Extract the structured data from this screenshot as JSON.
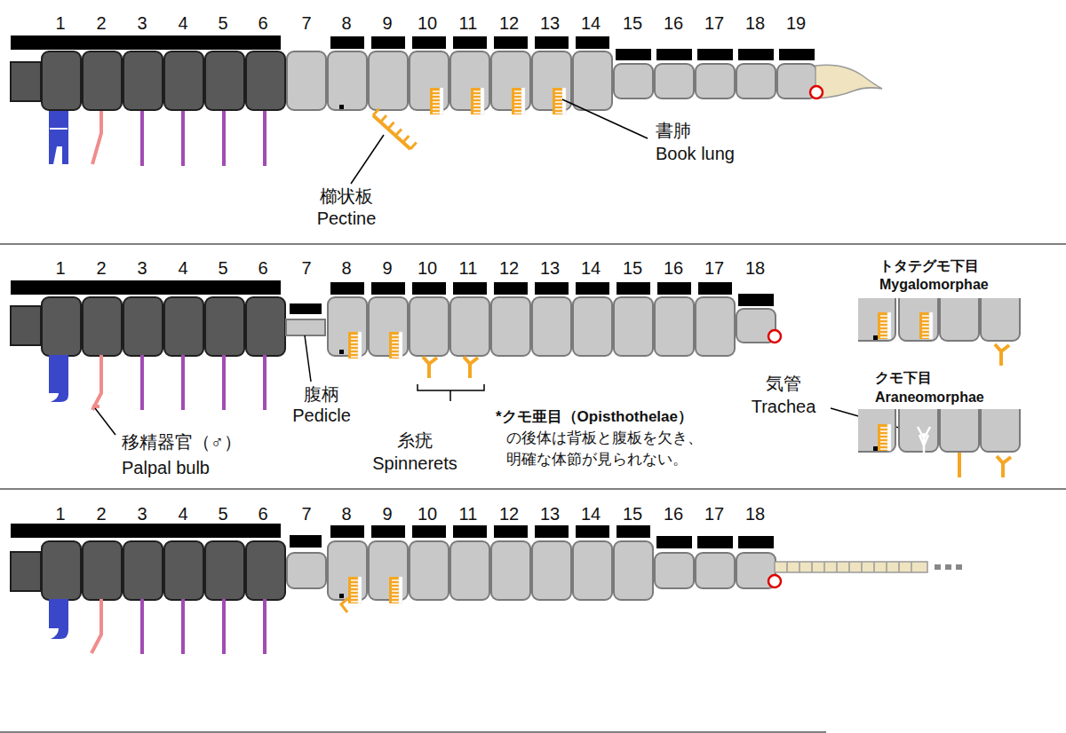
{
  "diagram": {
    "labels": [
      "1",
      "2",
      "3",
      "4",
      "5",
      "6",
      "7",
      "8",
      "9",
      "10",
      "11",
      "12",
      "13",
      "14",
      "15",
      "16",
      "17",
      "18",
      "19",
      "櫛状板",
      "Pectine",
      "書肺",
      "Book lung",
      "1",
      "2",
      "3",
      "4",
      "5",
      "6",
      "7",
      "8",
      "9",
      "10",
      "11",
      "12",
      "13",
      "14",
      "15",
      "16",
      "17",
      "18",
      "移精器官（♂）",
      "Palpal bulb",
      "腹柄",
      "Pedicle",
      "糸疣",
      "Spinnerets",
      "*クモ亜目（Opisthothelae） の後体は背板と腹板を欠き、 明確な体節が見られない。",
      "トタテグモ下目",
      "Mygalomorphae",
      "気管",
      "Trachea",
      "クモ下目",
      "Araneomorphae",
      "1",
      "2",
      "3",
      "4",
      "5",
      "6",
      "7",
      "8",
      "9",
      "10",
      "11",
      "12",
      "13",
      "14",
      "15",
      "16",
      "17",
      "18"
    ]
  }
}
